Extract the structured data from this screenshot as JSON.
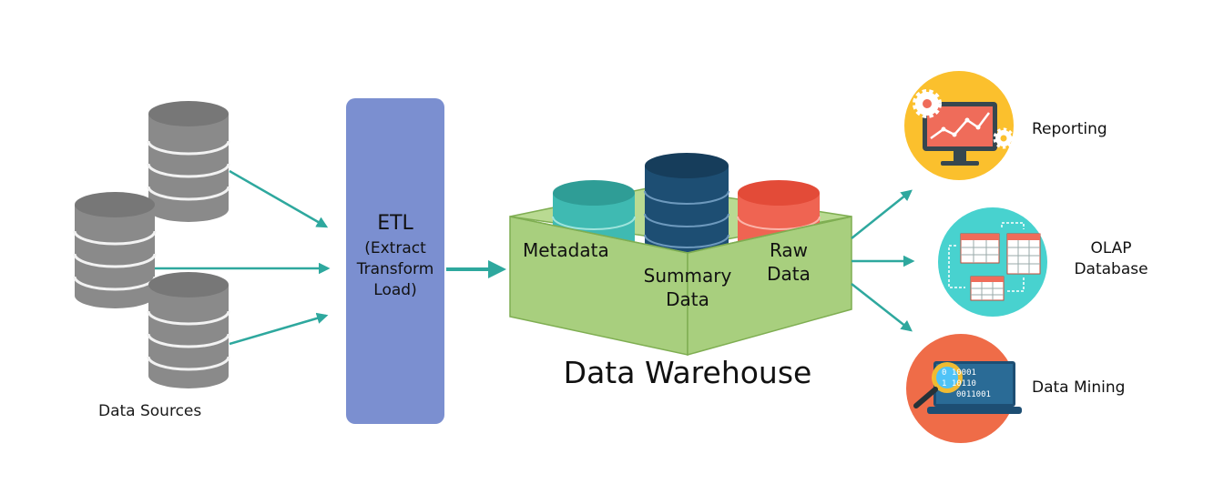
{
  "sources": {
    "label": "Data Sources"
  },
  "etl": {
    "title": "ETL",
    "line1": "(Extract",
    "line2": "Transform",
    "line3": "Load)"
  },
  "warehouse": {
    "title": "Data Warehouse",
    "metadata": "Metadata",
    "summary_line1": "Summary",
    "summary_line2": "Data",
    "raw_line1": "Raw",
    "raw_line2": "Data"
  },
  "outputs": {
    "reporting": "Reporting",
    "olap_line1": "OLAP",
    "olap_line2": "Database",
    "mining": "Data Mining",
    "mining_bits": [
      "0 10001",
      "1 10110",
      "0011001"
    ]
  },
  "colors": {
    "etl": "#7b8fd0",
    "arrow": "#2ea89e",
    "box": "#a8cf7e",
    "box_edge": "#7fae52",
    "db_gray": "#8a8a8a",
    "db_teal": "#3fbab2",
    "db_navy": "#1d4e73",
    "db_red": "#ef6452",
    "badge_yellow": "#fbc02d",
    "badge_teal": "#48d2cf",
    "badge_orange": "#ef6c48"
  }
}
